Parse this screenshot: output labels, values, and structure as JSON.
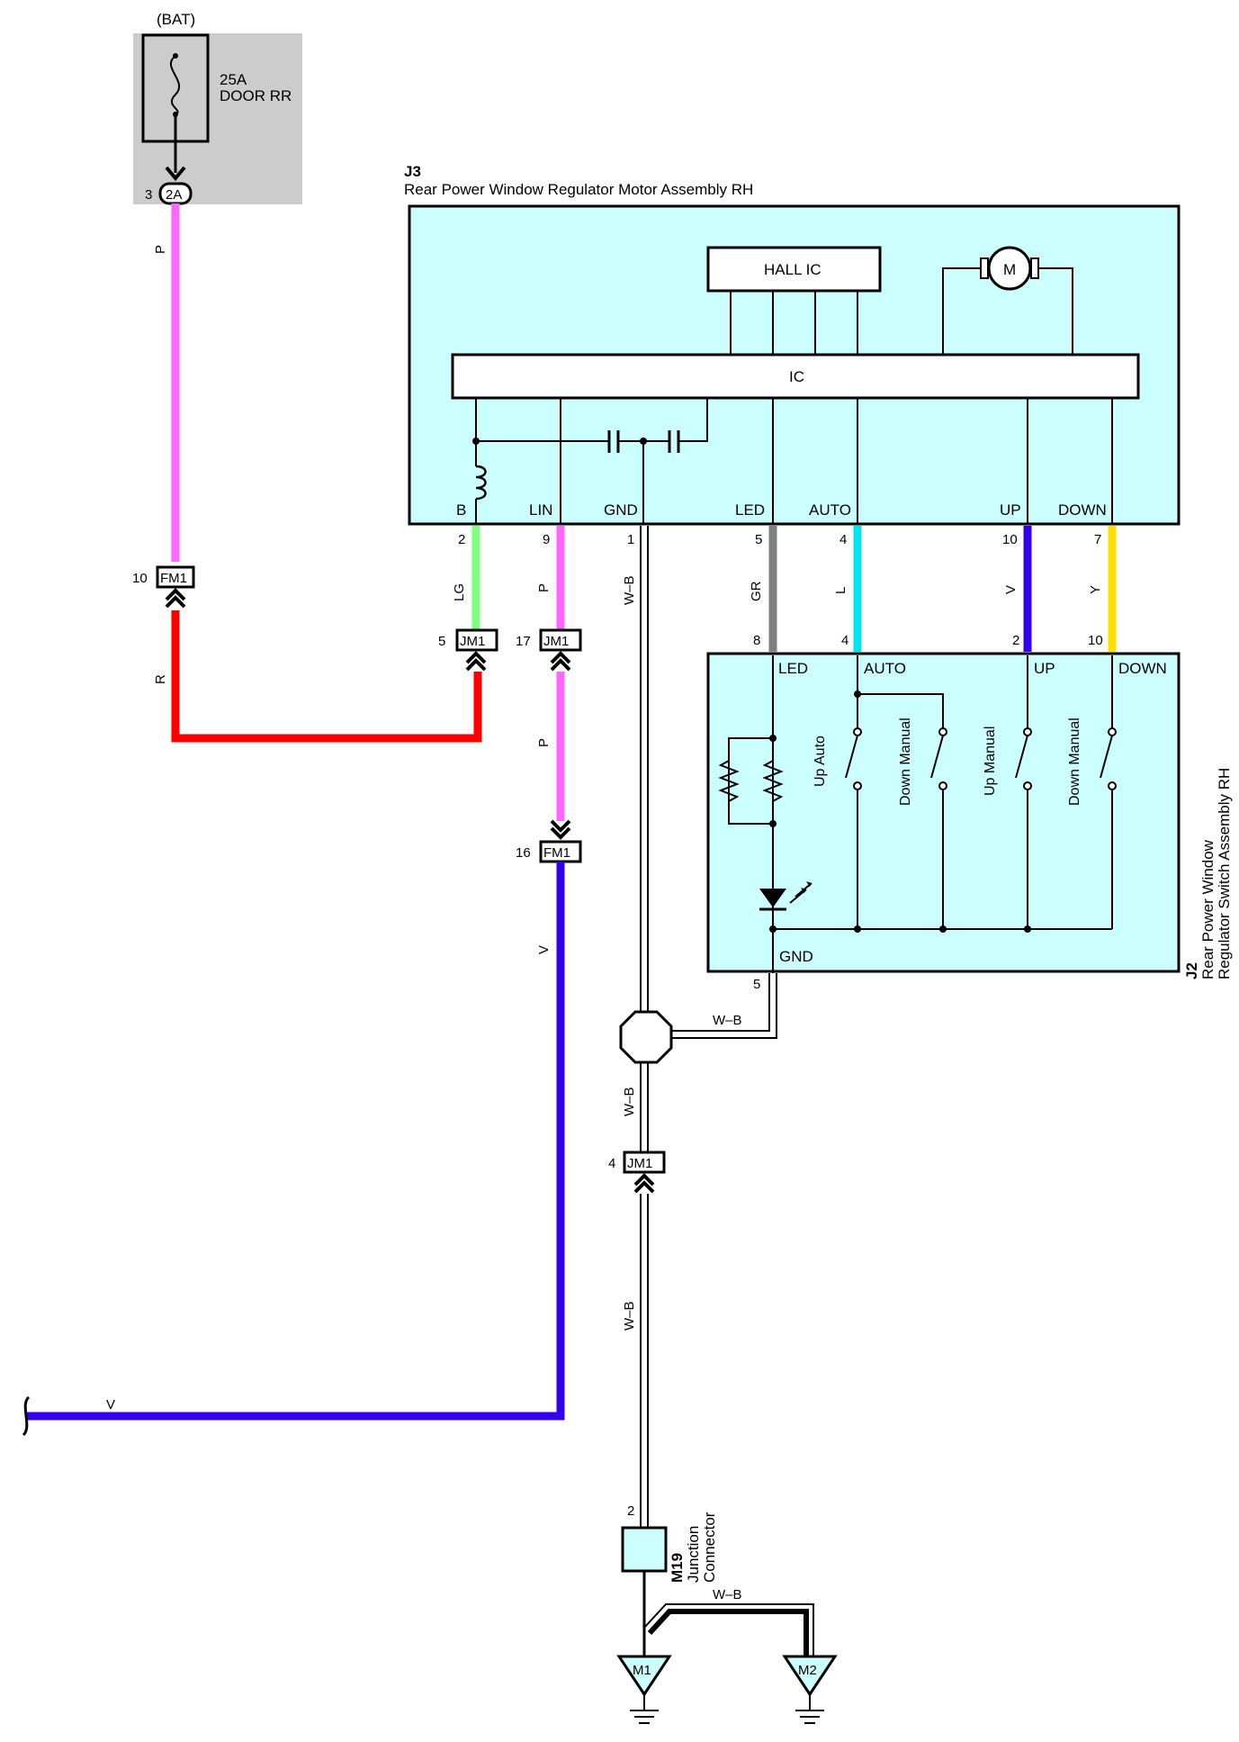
{
  "power": {
    "source": "(BAT)",
    "fuse_amp": "25A",
    "fuse_name": "DOOR RR",
    "fuse_pin": "3",
    "fuse_connector": "2A"
  },
  "motor_assembly": {
    "code": "J3",
    "name": "Rear Power Window Regulator Motor Assembly RH",
    "hall_ic": "HALL IC",
    "ic": "IC",
    "motor": "M",
    "terminals": [
      {
        "label": "B",
        "pin": "2",
        "wire": "LG",
        "color": "#80ff80"
      },
      {
        "label": "LIN",
        "pin": "9",
        "wire": "P",
        "color": "#ff66ff"
      },
      {
        "label": "GND",
        "pin": "1",
        "wire": "W–B",
        "color": "#ffffff"
      },
      {
        "label": "LED",
        "pin": "5",
        "wire": "GR",
        "color": "#808080"
      },
      {
        "label": "AUTO",
        "pin": "4",
        "wire": "L",
        "color": "#00e5f0"
      },
      {
        "label": "UP",
        "pin": "10",
        "wire": "V",
        "color": "#3300ee"
      },
      {
        "label": "DOWN",
        "pin": "7",
        "wire": "Y",
        "color": "#ffe000"
      }
    ]
  },
  "switch_assembly": {
    "code": "J2",
    "name_line1": "Rear Power Window",
    "name_line2": "Regulator Switch Assembly RH",
    "terminals": [
      {
        "label": "LED",
        "pin": "8"
      },
      {
        "label": "AUTO",
        "pin": "4"
      },
      {
        "label": "UP",
        "pin": "2"
      },
      {
        "label": "DOWN",
        "pin": "10"
      }
    ],
    "gnd_label": "GND",
    "gnd_pin": "5",
    "switches": [
      "Up Auto",
      "Down Manual",
      "Up Manual",
      "Down Manual"
    ]
  },
  "connectors": {
    "fm1_a": {
      "name": "FM1",
      "pin": "10"
    },
    "jm1_lg": {
      "name": "JM1",
      "pin": "5"
    },
    "jm1_p": {
      "name": "JM1",
      "pin": "17"
    },
    "fm1_b": {
      "name": "FM1",
      "pin": "16"
    },
    "jm1_gnd": {
      "name": "JM1",
      "pin": "4"
    }
  },
  "wires": {
    "p_top": "P",
    "r": "R",
    "p_mid": "P",
    "v_down": "V",
    "v_left": "V",
    "wb_splice": "W–B",
    "wb_a": "W–B",
    "wb_b": "W–B",
    "wb_ground": "W–B"
  },
  "junction": {
    "code": "M19",
    "line1": "Junction",
    "line2": "Connector",
    "pin": "2"
  },
  "grounds": [
    "M1",
    "M2"
  ],
  "colors": {
    "box_fill": "#ccffff",
    "fuse_bg": "#cccccc",
    "red": "#ff0000",
    "pink": "#ff66ff",
    "violet": "#3300ee",
    "green": "#80ff80",
    "gray": "#808080",
    "cyan": "#00e5f0",
    "yellow": "#ffe000"
  }
}
